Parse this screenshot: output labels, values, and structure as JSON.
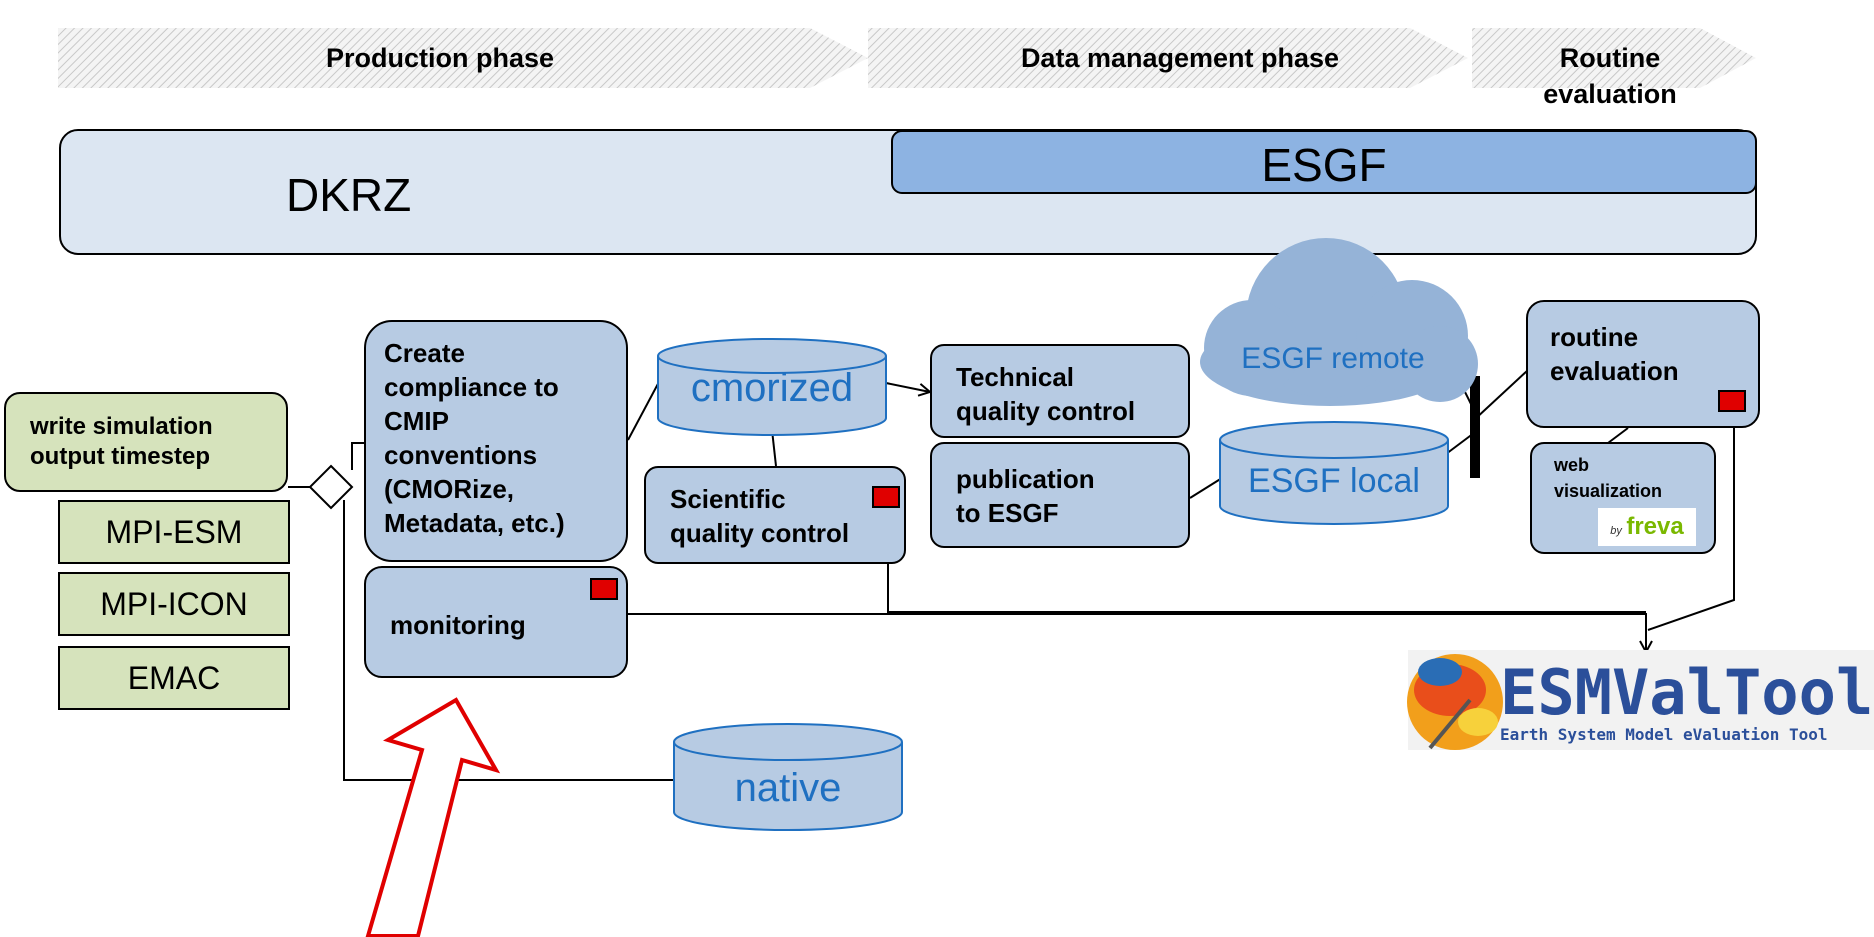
{
  "phases": {
    "production": "Production phase",
    "data_management": "Data management phase",
    "routine_evaluation": [
      "Routine",
      "evaluation"
    ]
  },
  "bands": {
    "dkrz": "DKRZ",
    "esgf": "ESGF"
  },
  "nodes": {
    "write_output": [
      "write simulation",
      "output timestep"
    ],
    "models": [
      "MPI-ESM",
      "MPI-ICON",
      "EMAC"
    ],
    "create_compliance": [
      "Create",
      "compliance  to",
      "CMIP",
      "conventions",
      "(CMORize,",
      "Metadata, etc.)"
    ],
    "monitoring": "monitoring",
    "cmorized": "cmorized",
    "scientific_qc": [
      "Scientific",
      "quality control"
    ],
    "technical_qc": [
      "Technical",
      "quality control"
    ],
    "publication": [
      "publication",
      "to ESGF"
    ],
    "esgf_remote": "ESGF remote",
    "esgf_local": "ESGF local",
    "routine_eval": [
      "routine",
      "evaluation"
    ],
    "web_vis": [
      "web",
      "visualization"
    ],
    "native": "native"
  },
  "logos": {
    "freva_by": "by",
    "freva": "freva",
    "esmvaltool_title": "ESMValTool",
    "esmvaltool_subtitle": "Earth System Model eValuation Tool"
  },
  "colors": {
    "box_blue": "#b7cbe3",
    "band_light": "#dce6f2",
    "esgf_band": "#8db3e2",
    "green_box": "#d6e3bc",
    "cylinder_text": "#1f70c1",
    "flag_red": "#e00000",
    "arrow_red": "#e00000"
  }
}
